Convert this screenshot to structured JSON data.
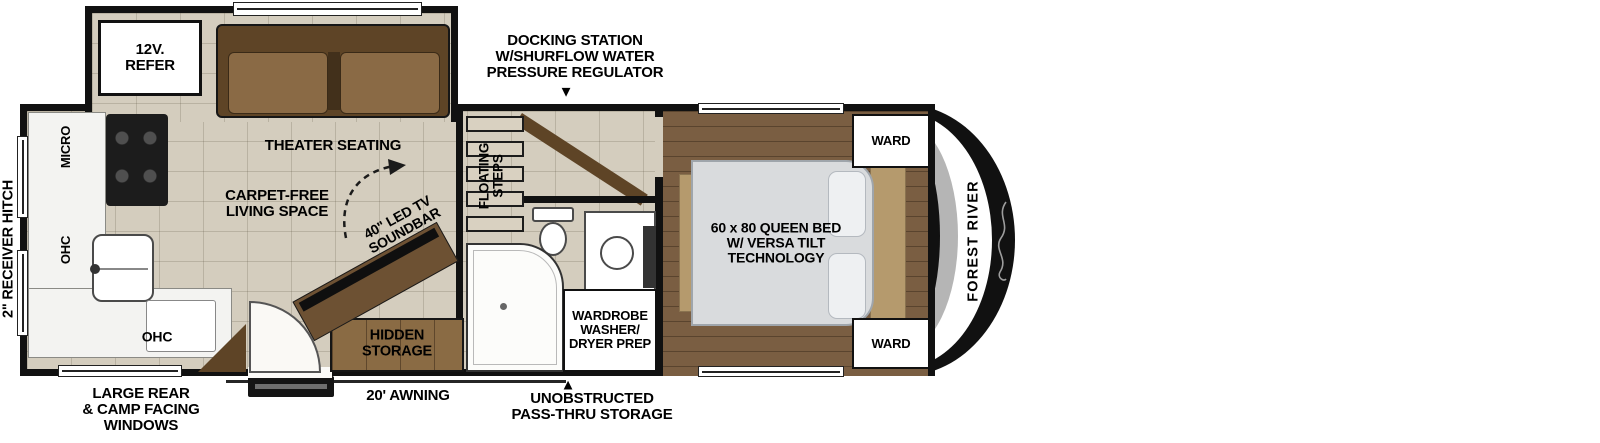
{
  "colors": {
    "wall": "#111111",
    "floor_tile": "#d4cdbe",
    "wood_floor": "#7a5e42",
    "sofa": "#8a6a45",
    "sofa_dark": "#5e4426",
    "mattress": "#d9dbdd",
    "tan": "#b59a6d",
    "cap_gray": "#b5b5b5",
    "storage_wood": "#8a6b44"
  },
  "labels": {
    "receiver_hitch": "2\" RECEIVER HITCH",
    "refer": "12V.\nREFER",
    "docking_station": "DOCKING STATION\nW/SHURFLOW WATER\nPRESSURE REGULATOR",
    "docking_arrow": "▼",
    "theater_seating": "THEATER SEATING",
    "carpet_free": "CARPET-FREE\nLIVING SPACE",
    "micro": "MICRO",
    "ohc_left": "OHC",
    "ohc_bottom": "OHC",
    "tv": "40\" LED TV\nSOUNDBAR",
    "hidden_storage": "HIDDEN\nSTORAGE",
    "floating_steps": "FLOATING\nSTEPS",
    "ward_top": "WARD",
    "ward_bottom": "WARD",
    "queen_bed": "60 x 80 QUEEN BED\nW/ VERSA TILT\nTECHNOLOGY",
    "wardrobe_wd": "WARDROBE\nWASHER/\nDRYER PREP",
    "brand": "FOREST RIVER",
    "rear_windows": "LARGE REAR\n& CAMP FACING\nWINDOWS",
    "awning": "20' AWNING",
    "pass_thru": "UNOBSTRUCTED\nPASS-THRU STORAGE",
    "pass_thru_arrow": "▲"
  }
}
